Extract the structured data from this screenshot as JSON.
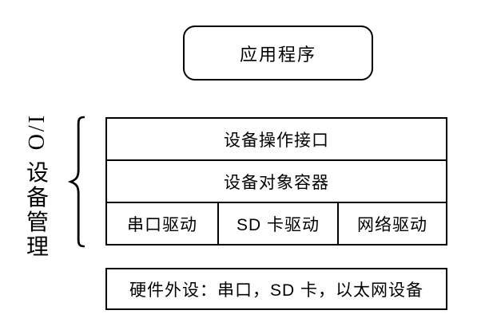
{
  "diagram": {
    "application_box": {
      "label": "应用程序"
    },
    "io_management_label": {
      "text": "I/O 设备管理"
    },
    "stack": {
      "interface_row": "设备操作接口",
      "container_row": "设备对象容器",
      "drivers": [
        "串口驱动",
        "SD 卡驱动",
        "网络驱动"
      ]
    },
    "hardware_box": {
      "label": "硬件外设：串口，SD 卡，以太网设备"
    },
    "colors": {
      "line": "#000000",
      "text": "#000000",
      "background": "#ffffff"
    }
  }
}
